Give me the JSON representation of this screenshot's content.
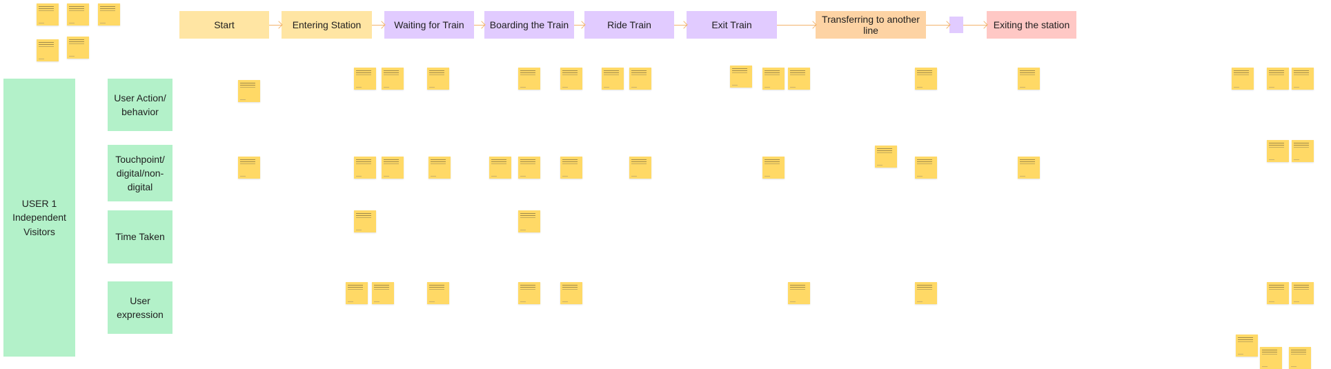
{
  "stages": [
    {
      "label": "Start",
      "color": "#ffe5a3"
    },
    {
      "label": "Entering Station",
      "color": "#ffe5a3"
    },
    {
      "label": "Waiting for Train",
      "color": "#e1cbff"
    },
    {
      "label": "Boarding the Train",
      "color": "#e1cbff"
    },
    {
      "label": "Ride Train",
      "color": "#e1cbff"
    },
    {
      "label": "Exit Train",
      "color": "#e1cbff"
    },
    {
      "label": "Transferring to another line",
      "color": "#fdd3a4"
    },
    {
      "label": "Exiting the station",
      "color": "#ffc8c5"
    }
  ],
  "persona": {
    "label": "USER 1\nIndependent Visitors",
    "color": "#b3f1c9"
  },
  "rows": [
    {
      "label": "User Action/ behavior"
    },
    {
      "label": "Touchpoint/ digital/non-digital"
    },
    {
      "label": "Time Taken"
    },
    {
      "label": "User expression"
    }
  ],
  "sticky_color": "#ffd966",
  "connector_color": "#f2b36b"
}
